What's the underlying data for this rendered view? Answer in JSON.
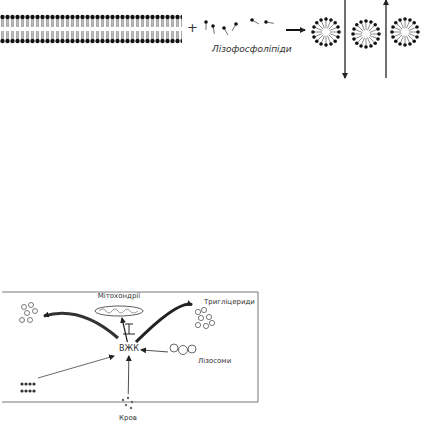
{
  "diagram": {
    "nodes": [
      {
        "text": [
          "Мітохондрії"
        ]
      },
      {
        "text": [
          "Тригліцериди"
        ]
      },
      {
        "text": [
          "ВЖК"
        ]
      },
      {
        "text": [
          "Лізосоми"
        ]
      },
      {
        "text": [
          "Кров"
        ]
      }
    ],
    "edges": [
      {
        "from": 2,
        "to": 0,
        "arrow": "to"
      },
      {
        "from": 2,
        "to": 1,
        "arrow": "to"
      },
      {
        "from": 3,
        "to": 2,
        "arrow": "to"
      },
      {
        "from": 4,
        "to": 2,
        "arrow": "to"
      }
    ],
    "labels": [
      "+",
      "Лізофосфоліпіди"
    ]
  }
}
